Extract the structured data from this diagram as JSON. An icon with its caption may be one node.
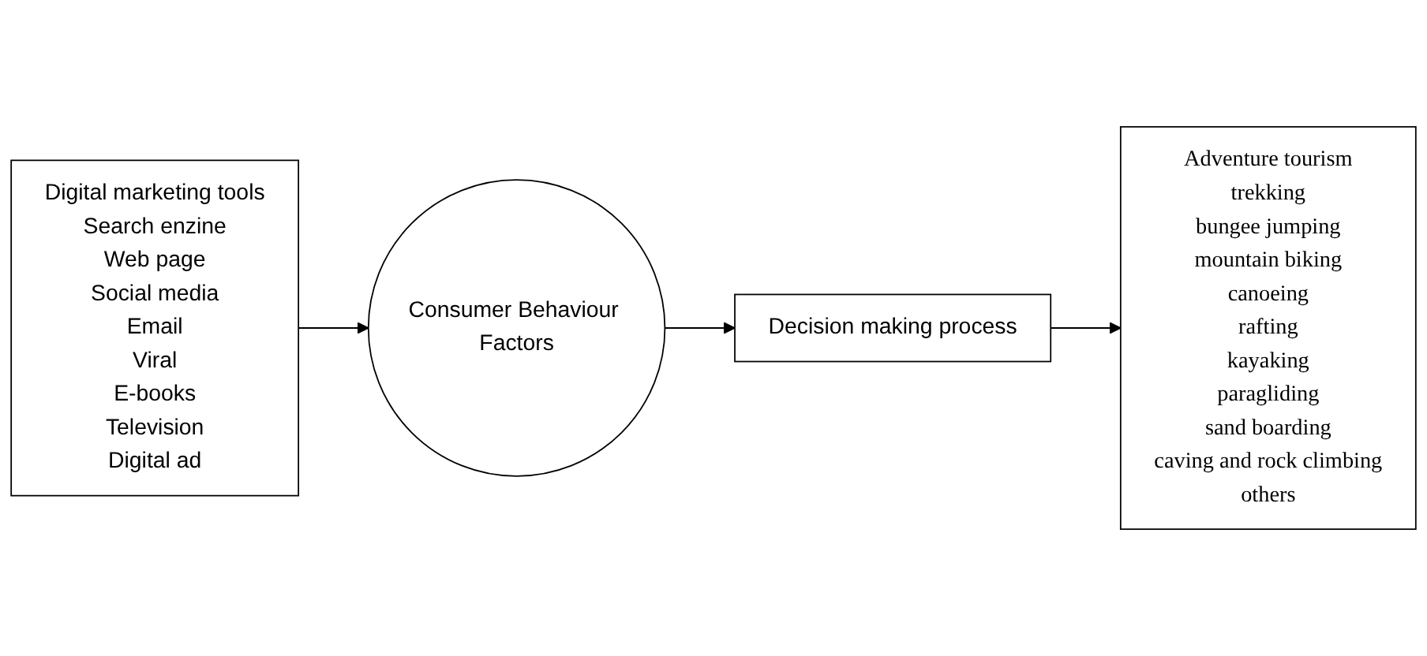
{
  "diagram": {
    "nodes": [
      {
        "text": [
          "Digital marketing tools",
          "Search enzine",
          "Web page",
          "Social media",
          "Email",
          "Viral",
          "E-books",
          "Television",
          "Digital ad"
        ]
      },
      {
        "text": [
          "Consumer Behaviour Factors"
        ]
      },
      {
        "text": [
          "Decision making process"
        ]
      },
      {
        "text": [
          "Adventure tourism",
          "trekking",
          "bungee jumping",
          "mountain biking",
          "canoeing",
          "rafting",
          "kayaking",
          "paragliding",
          "sand boarding",
          "caving and rock climbing",
          "others"
        ]
      }
    ],
    "edges": [
      {
        "from": 0,
        "to": 1,
        "arrow": "to"
      },
      {
        "from": 1,
        "to": 2,
        "arrow": "to"
      },
      {
        "from": 2,
        "to": 3,
        "arrow": "to"
      }
    ]
  }
}
